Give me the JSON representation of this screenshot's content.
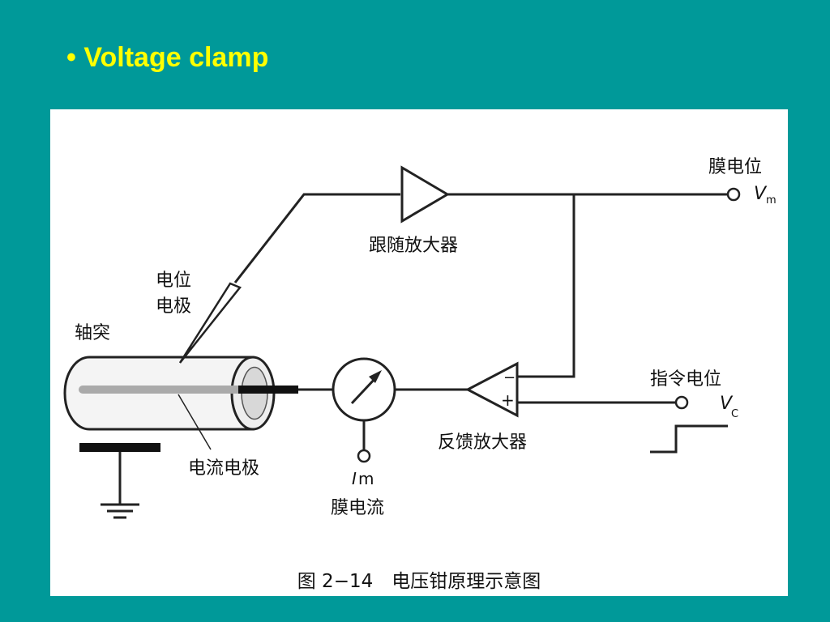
{
  "slide": {
    "title": "• Voltage clamp"
  },
  "diagram": {
    "labels": {
      "membrane_potential": "膜电位",
      "vm_symbol": "V",
      "vm_subscript": "m",
      "follower_amplifier": "跟随放大器",
      "potential_electrode_line1": "电位",
      "potential_electrode_line2": "电极",
      "axon": "轴突",
      "current_electrode": "电流电极",
      "im_symbol": "I",
      "im_suffix": "m",
      "membrane_current": "膜电流",
      "feedback_amplifier": "反馈放大器",
      "command_potential": "指令电位",
      "vc_symbol": "V",
      "vc_subscript": "C",
      "minus_sign": "−",
      "plus_sign": "+"
    },
    "caption": "图 2−14　电压钳原理示意图"
  }
}
